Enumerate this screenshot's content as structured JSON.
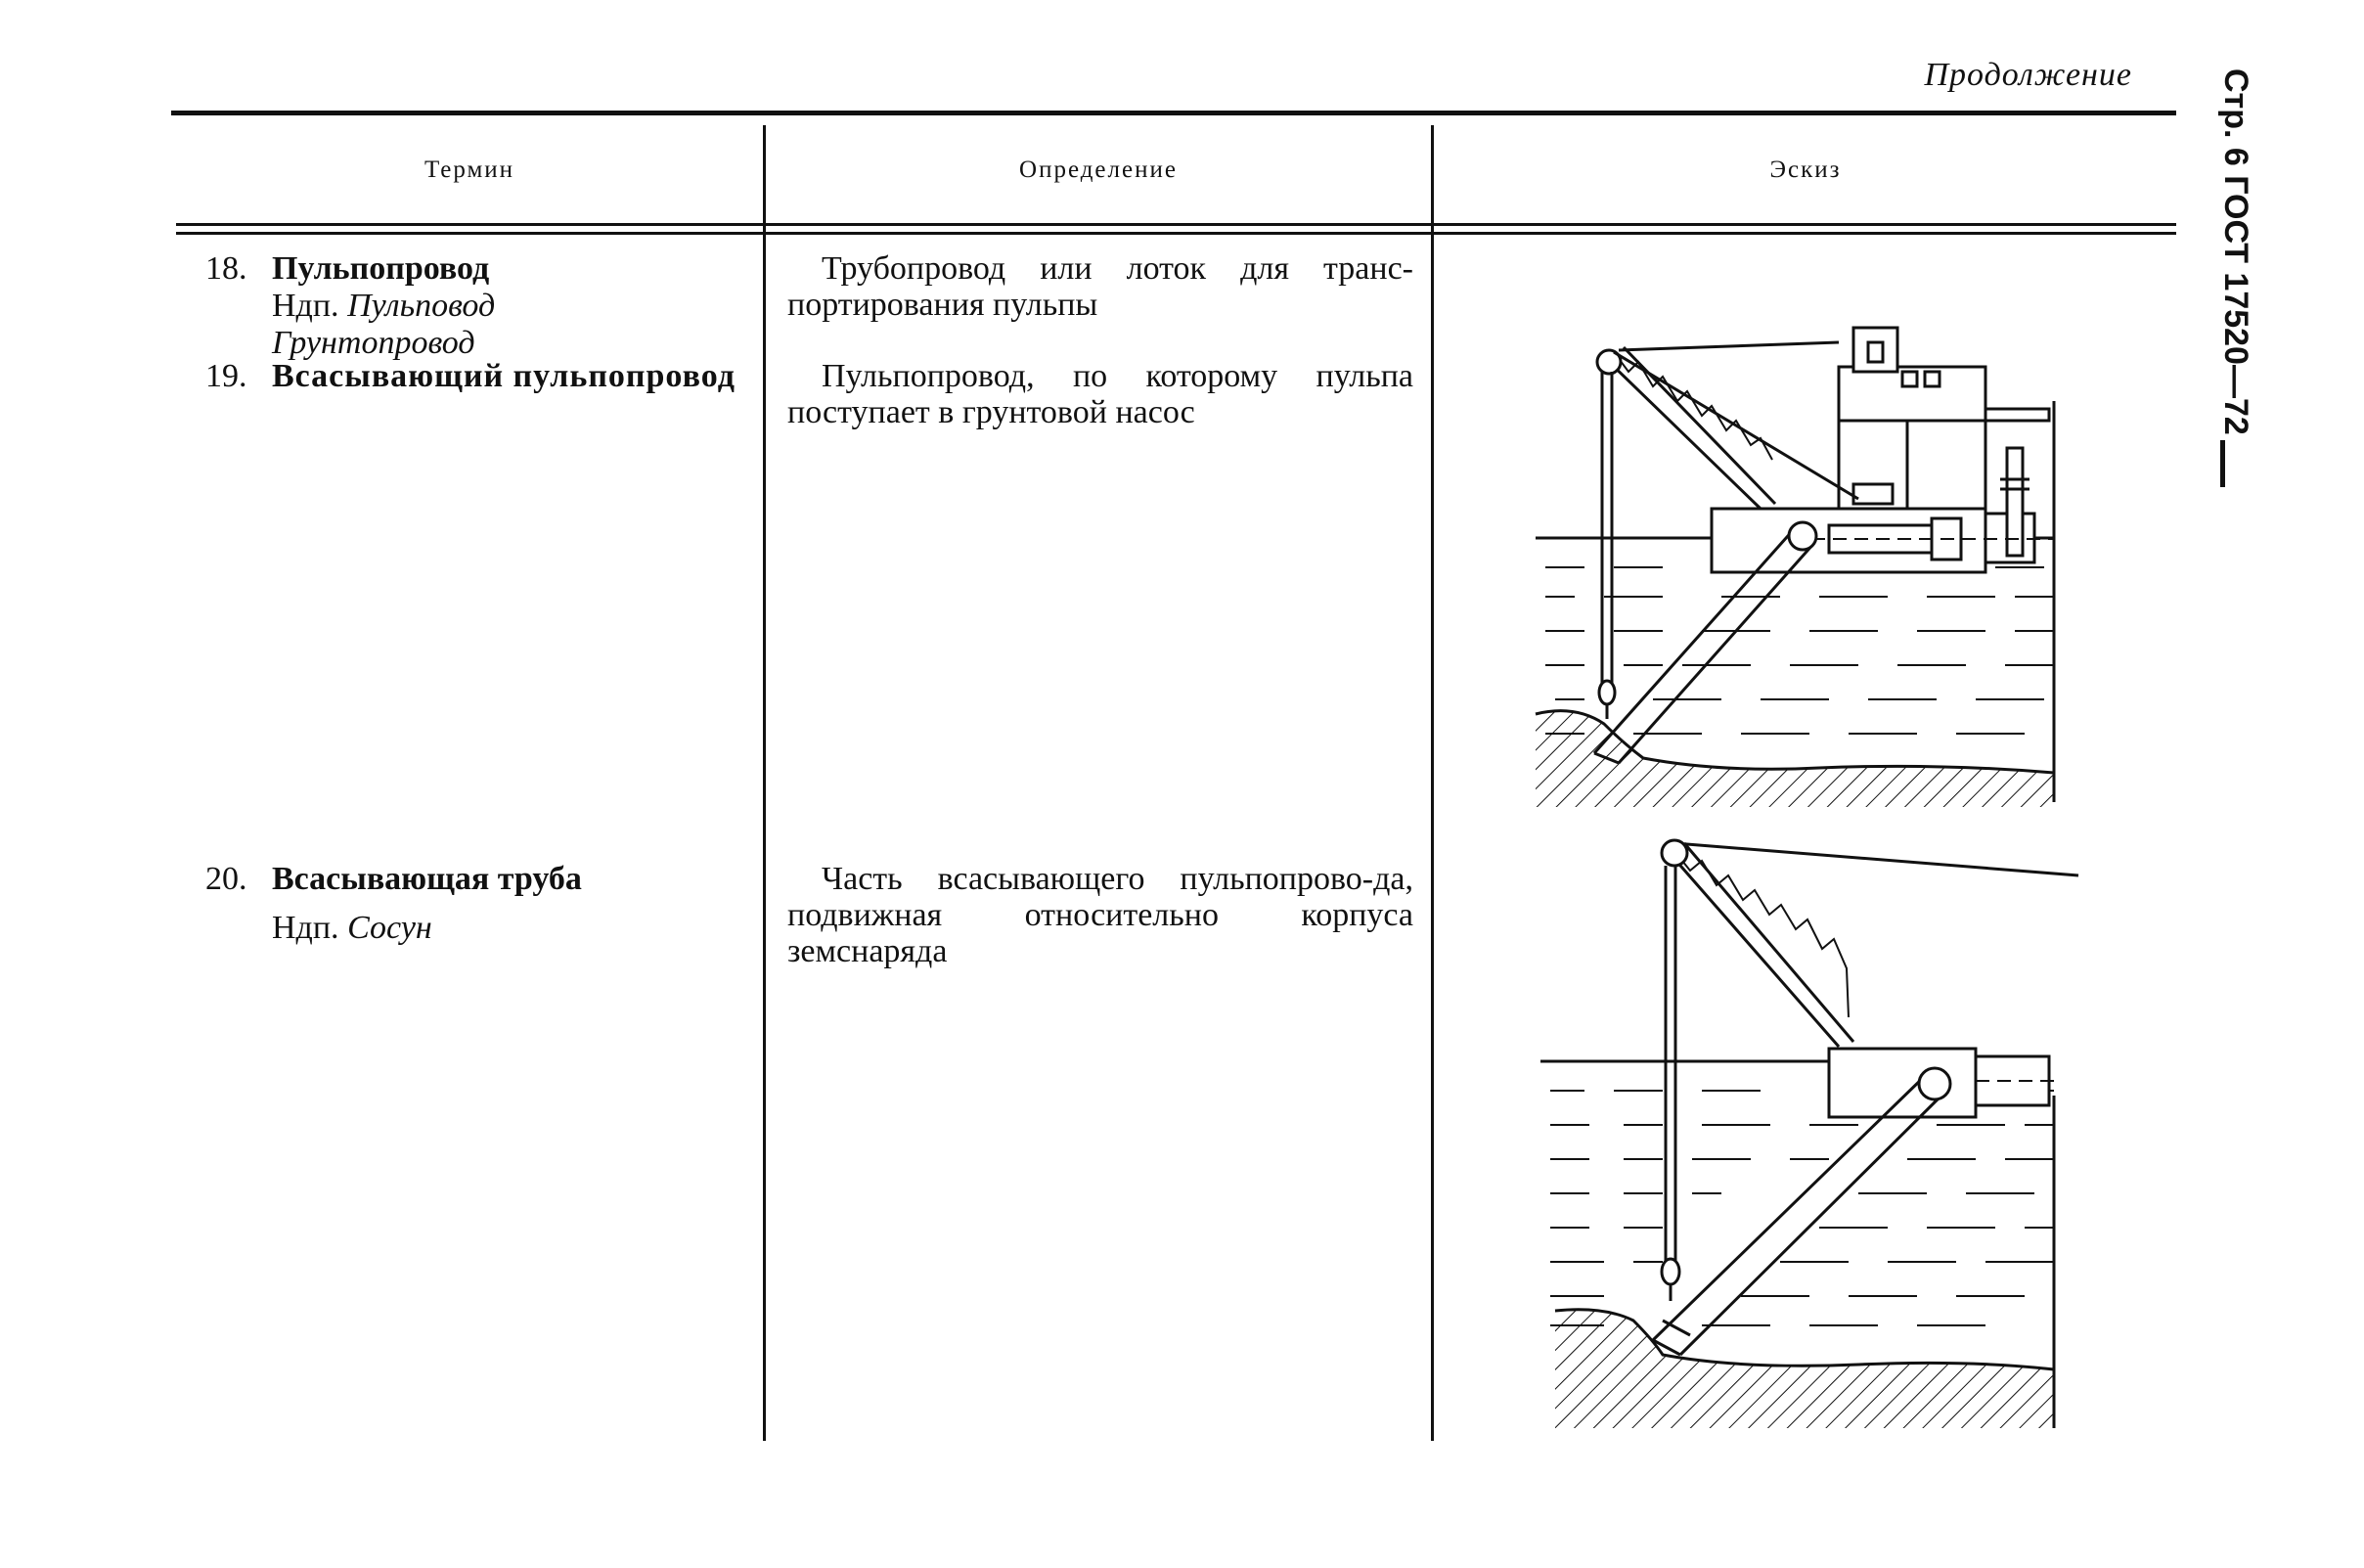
{
  "header": {
    "continued": "Продолжение"
  },
  "side_label": "Стр. 6 ГОСТ 17520—72",
  "columns": {
    "term": "Термин",
    "definition": "Определение",
    "sketch": "Эскиз"
  },
  "rows": [
    {
      "number": "18.",
      "term": "Пульпопровод",
      "ndp_prefix": "Ндп.",
      "ndp": "Пульповод",
      "ndp2": "Грунтопровод",
      "definition": "Трубопровод или лоток для транс-портирования пульпы"
    },
    {
      "number": "19.",
      "term": "Всасывающий пульпопровод",
      "definition": "Пульпопровод, по которому пульпа поступает в грунтовой насос"
    },
    {
      "number": "20.",
      "term": "Всасывающая труба",
      "ndp_prefix": "Ндп.",
      "ndp": "Сосун",
      "definition": "Часть всасывающего пульпопрово-да, подвижная относительно корпуса земснаряда"
    }
  ]
}
